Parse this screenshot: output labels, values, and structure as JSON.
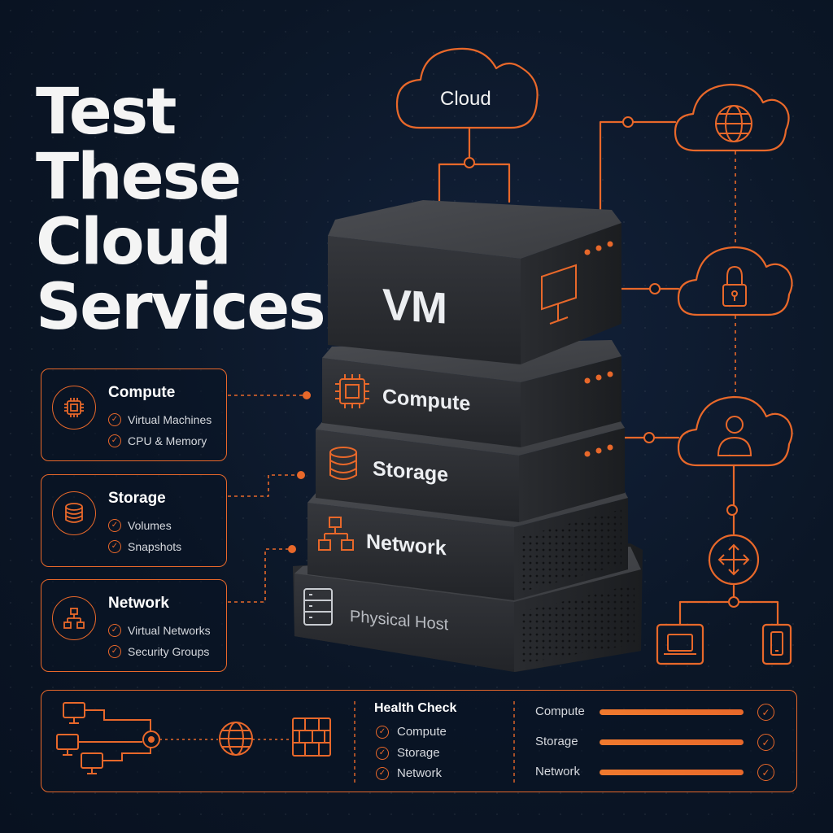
{
  "title": {
    "line1": "Test",
    "line2": "These",
    "line3": "Cloud",
    "line4": "Services"
  },
  "cloud_label": "Cloud",
  "stack": {
    "vm": "VM",
    "compute": "Compute",
    "storage": "Storage",
    "network": "Network",
    "physical_host": "Physical Host"
  },
  "cards": [
    {
      "heading": "Compute",
      "items": [
        "Virtual Machines",
        "CPU & Memory"
      ],
      "icon": "cpu-icon"
    },
    {
      "heading": "Storage",
      "items": [
        "Volumes",
        "Snapshots"
      ],
      "icon": "database-icon"
    },
    {
      "heading": "Network",
      "items": [
        "Virtual Networks",
        "Security Groups"
      ],
      "icon": "network-icon"
    }
  ],
  "right_icons": [
    "globe-cloud-icon",
    "lock-cloud-icon",
    "user-cloud-icon",
    "move-icon",
    "laptop-icon",
    "phone-icon"
  ],
  "health_check": {
    "title": "Health Check",
    "items": [
      "Compute",
      "Storage",
      "Network"
    ],
    "bars": [
      {
        "label": "Compute",
        "fill": 1.0
      },
      {
        "label": "Storage",
        "fill": 1.0
      },
      {
        "label": "Network",
        "fill": 1.0
      }
    ]
  },
  "colors": {
    "accent": "#e8682a",
    "background": "#0b1626",
    "block": "#2b2d31"
  }
}
